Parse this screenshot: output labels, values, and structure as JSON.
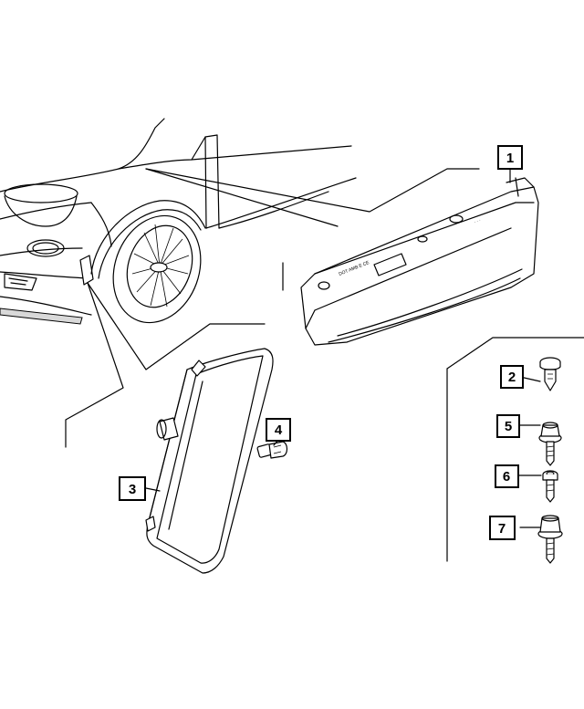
{
  "callouts": [
    {
      "id": "1",
      "part": "side-marker-housing"
    },
    {
      "id": "2",
      "part": "push-pin-retainer"
    },
    {
      "id": "3",
      "part": "side-marker-lamp"
    },
    {
      "id": "4",
      "part": "bulb"
    },
    {
      "id": "5",
      "part": "hex-flange-bolt"
    },
    {
      "id": "6",
      "part": "screw"
    },
    {
      "id": "7",
      "part": "hex-flange-screw"
    }
  ],
  "colors": {
    "line": "#000000",
    "background": "#ffffff",
    "shade": "#d9d9d9"
  }
}
